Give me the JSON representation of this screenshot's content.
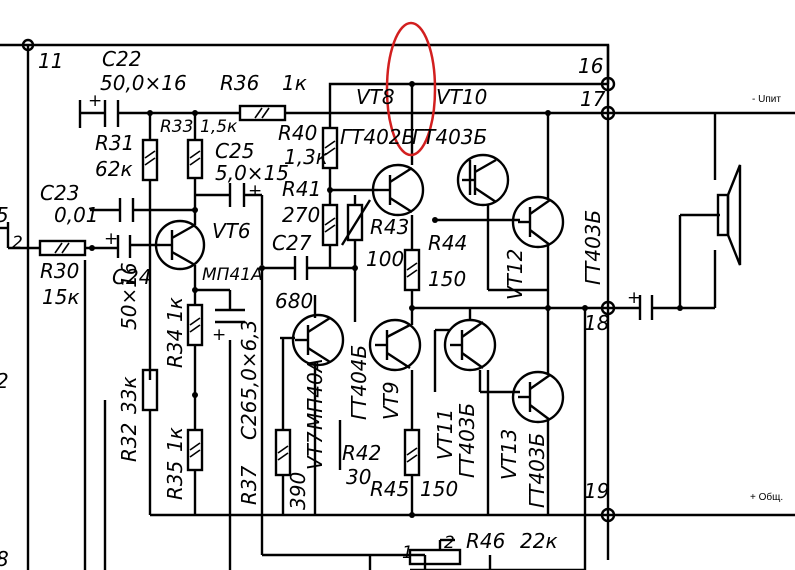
{
  "nodes": {
    "n11": "11",
    "n16": "16",
    "n17": "17",
    "n18": "18",
    "n19": "19",
    "left5": "5",
    "left2": "2",
    "left2b": "2",
    "left8": "8",
    "pot1": "1",
    "pot2": "2"
  },
  "components": {
    "c22": "C22",
    "c22_val": "50,0×16",
    "r36": "R36",
    "r36_val": "1к",
    "r31": "R31",
    "r31_val": "62к",
    "r33": "R33",
    "r33_val": "1,5к",
    "c25": "C25",
    "c25_val": "5,0×15",
    "r40": "R40",
    "r40_val": "1,3к",
    "vt8": "VT8",
    "vt8_type": "ГТ402Б",
    "vt10": "VT10",
    "vt10_type": "ГТ403Б",
    "c23": "C23",
    "c23_val": "0,01",
    "r30": "R30",
    "r30_val": "15к",
    "c24": "C24",
    "c24_val": "50×16",
    "vt6": "VT6",
    "vt6_type": "МП41А",
    "c27": "C27",
    "c27_val": "680",
    "r41": "R41",
    "r41_val": "270",
    "r43": "R43",
    "r43_val": "100",
    "r44": "R44",
    "r44_val": "150",
    "vt12": "VT12",
    "vt12_type": "ГТ403Б",
    "r34": "R34",
    "r34_val": "1к",
    "r32": "R32",
    "r32_val": "33к",
    "c26": "C26",
    "c26_val": "5,0×6,3",
    "r35": "R35",
    "r35_val": "1к",
    "r37": "R37",
    "r37_val": "390",
    "vt7": "VT7",
    "vt7_type": "МП40А",
    "vt9": "VT9",
    "vt9_type": "ГТ404Б",
    "r42": "R42",
    "r42_val": "30",
    "r45": "R45",
    "r45_val": "150",
    "vt11": "VT11",
    "vt11_type": "ГТ403Б",
    "vt13": "VT13",
    "vt13_type": "ГТ403Б",
    "r46": "R46",
    "r46_val": "22к"
  },
  "terminals": {
    "supply": "- Uпит",
    "common": "+ Общ."
  },
  "highlight_color": "#d21f1f"
}
